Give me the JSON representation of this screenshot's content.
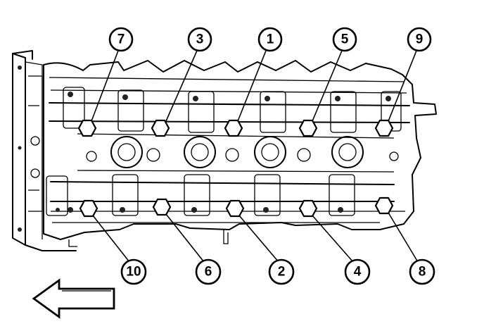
{
  "diagram": {
    "callouts": [
      {
        "label": "7"
      },
      {
        "label": "3"
      },
      {
        "label": "1"
      },
      {
        "label": "5"
      },
      {
        "label": "9"
      },
      {
        "label": "10"
      },
      {
        "label": "6"
      },
      {
        "label": "2"
      },
      {
        "label": "4"
      },
      {
        "label": "8"
      }
    ],
    "direction_arrow": "pointing-left"
  }
}
